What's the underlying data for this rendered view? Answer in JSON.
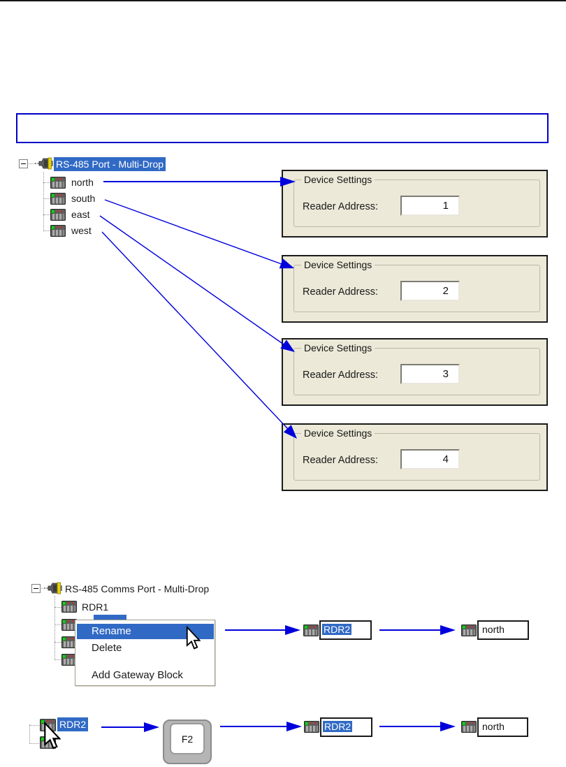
{
  "colors": {
    "selection": "#316AC5",
    "arrow": "#0000DD",
    "panel_bg": "#ECE9D8",
    "callout_border": "#0000C8"
  },
  "tree1": {
    "root_label": "RS-485 Port - Multi-Drop",
    "children": [
      "north",
      "south",
      "east",
      "west"
    ]
  },
  "device_panels": [
    {
      "legend": "Device Settings",
      "field_label": "Reader Address:",
      "value": "1"
    },
    {
      "legend": "Device Settings",
      "field_label": "Reader Address:",
      "value": "2"
    },
    {
      "legend": "Device Settings",
      "field_label": "Reader Address:",
      "value": "3"
    },
    {
      "legend": "Device Settings",
      "field_label": "Reader Address:",
      "value": "4"
    }
  ],
  "tree2": {
    "root_label": "RS-485 Comms Port - Multi-Drop",
    "child_label": "RDR1"
  },
  "context_menu": {
    "items": [
      {
        "label": "Rename"
      },
      {
        "label": "Delete"
      },
      {
        "label": "Add Gateway Block"
      }
    ]
  },
  "rename_flow": {
    "edited_name": "RDR2",
    "final_name": "north"
  },
  "f2_flow": {
    "selected_name": "RDR2",
    "key_label": "F2",
    "edited_name": "RDR2",
    "final_name": "north"
  }
}
